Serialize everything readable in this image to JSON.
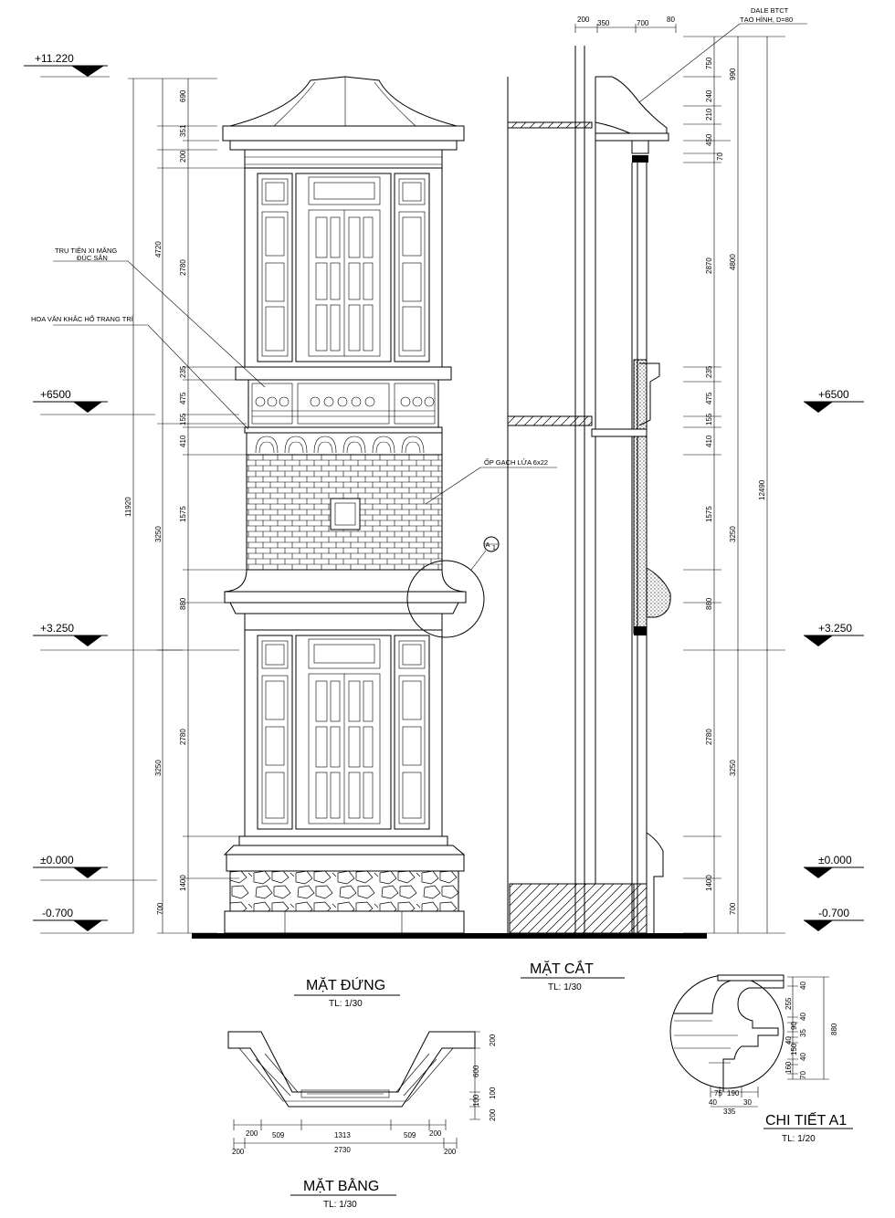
{
  "levels": {
    "top": "+11.220",
    "floor2": "+6500",
    "floor1": "+3.250",
    "ground": "±0.000",
    "base": "-0.700"
  },
  "notes": {
    "pillar_line1": "TRỤ TIỆN XI MĂNG",
    "pillar_line2": "ĐÚC SẴN",
    "pattern": "HOA VĂN KHẮC HỔ TRANG TRÍ",
    "brick": "ỐP GẠCH LỬA 6x22",
    "slab_line1": "DALE BTCT",
    "slab_line2": "TẠO HÌNH, D=80",
    "detail_ref_top": "A",
    "detail_ref_bottom": "1"
  },
  "titles": {
    "elevation": "MẶT ĐỨNG",
    "elevation_scale": "TL: 1/30",
    "section": "MẶT CẮT",
    "section_scale": "TL: 1/30",
    "plan": "MẶT BẰNG",
    "plan_scale": "TL: 1/30",
    "detail": "CHI TIẾT A1",
    "detail_scale": "TL: 1/20"
  },
  "elev_dims_inner": [
    "690",
    "351",
    "200",
    "2780",
    "235",
    "475",
    "155",
    "410",
    "1575",
    "880",
    "2780",
    "1400",
    "700"
  ],
  "elev_dims_mid": [
    "4720",
    "3250",
    "3250"
  ],
  "elev_dims_outer": [
    "11920"
  ],
  "sec_top_dims": [
    "200",
    "350",
    "700",
    "80"
  ],
  "sec_dims_inner": [
    "750",
    "240",
    "210",
    "450",
    "70",
    "2870",
    "235",
    "475",
    "155",
    "410",
    "1575",
    "880",
    "2780",
    "1400",
    "700"
  ],
  "sec_dims_mid": [
    "990",
    "4800",
    "3250",
    "3250"
  ],
  "sec_dims_outer": [
    "12490"
  ],
  "plan_dims_row1": [
    "200",
    "509",
    "1313",
    "509",
    "200"
  ],
  "plan_dims_row2": [
    "200",
    "2730",
    "200"
  ],
  "plan_dims_side": [
    "200",
    "600",
    "100",
    "100",
    "200"
  ],
  "detail_dims_side": [
    "40",
    "255",
    "40",
    "90",
    "35",
    "40",
    "150",
    "40",
    "160",
    "70"
  ],
  "detail_dims_total": "880",
  "detail_dims_bottom": [
    "75",
    "190",
    "40",
    "30",
    "335"
  ]
}
